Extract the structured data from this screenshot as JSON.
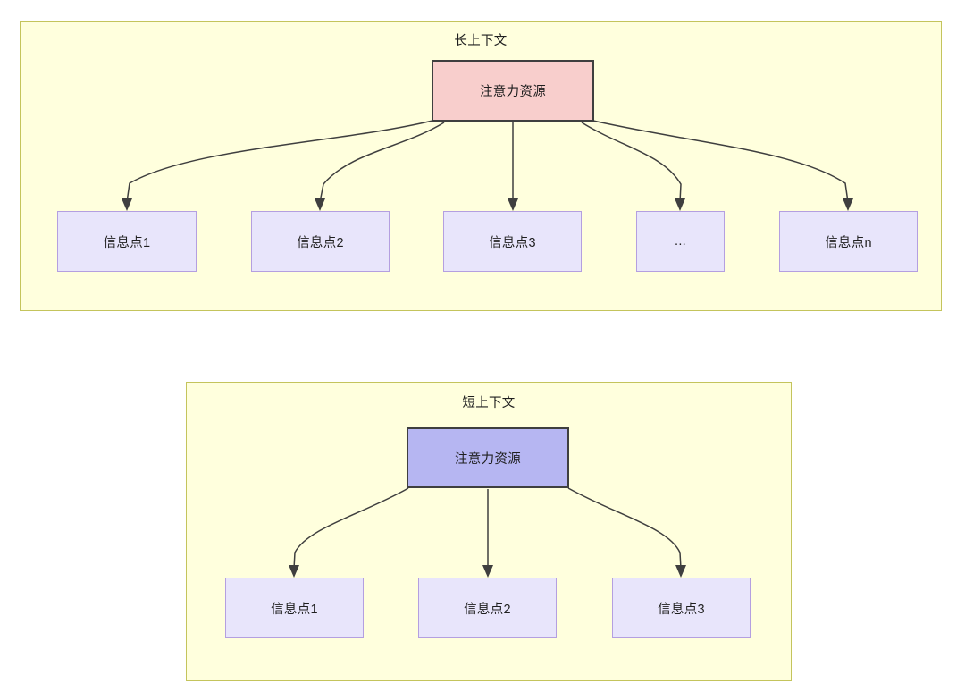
{
  "diagram": {
    "title_semantic": "attention-resource-allocation-long-vs-short-context",
    "colors": {
      "panel_fill": "#ffffdd",
      "panel_border": "#c4c45c",
      "root_long_fill": "#f8cecc",
      "root_short_fill": "#b6b6f2",
      "root_border": "#3f3f3f",
      "leaf_fill": "#e8e5fb",
      "leaf_border": "#b49fe0",
      "edge_stroke": "#3f3f3f",
      "text": "#1f1f1f"
    }
  },
  "panels": [
    {
      "id": "long-context",
      "title": "长上下文",
      "root": {
        "label": "注意力资源"
      },
      "leaves": [
        {
          "label": "信息点1"
        },
        {
          "label": "信息点2"
        },
        {
          "label": "信息点3"
        },
        {
          "label": "..."
        },
        {
          "label": "信息点n"
        }
      ]
    },
    {
      "id": "short-context",
      "title": "短上下文",
      "root": {
        "label": "注意力资源"
      },
      "leaves": [
        {
          "label": "信息点1"
        },
        {
          "label": "信息点2"
        },
        {
          "label": "信息点3"
        }
      ]
    }
  ]
}
